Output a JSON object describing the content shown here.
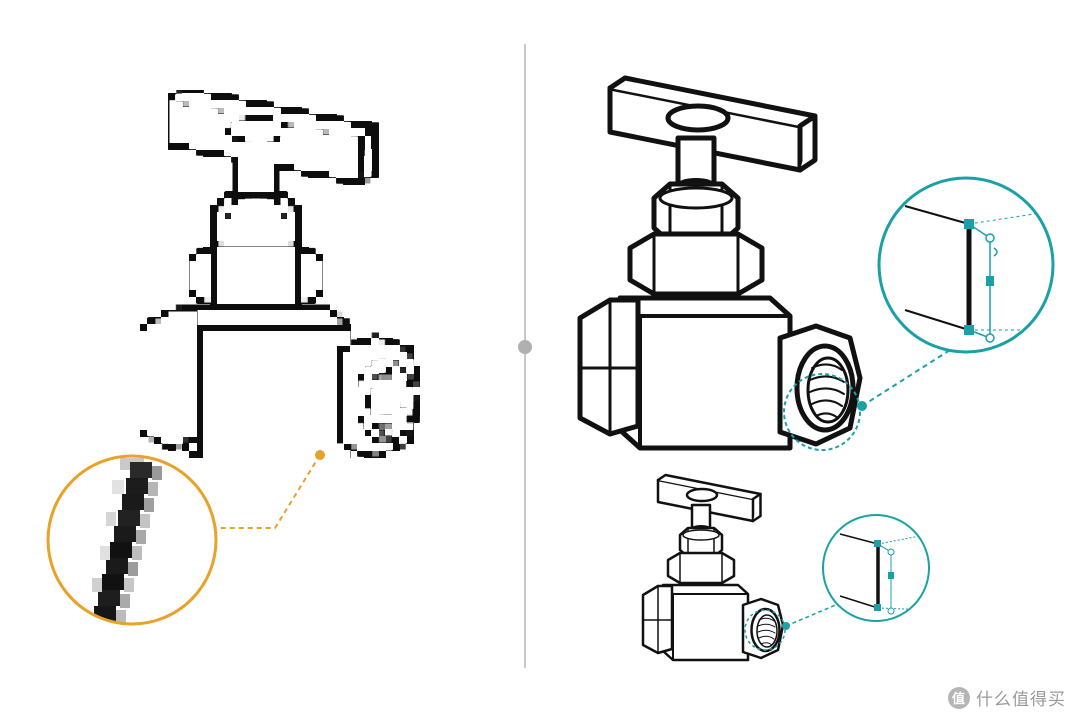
{
  "figure": {
    "left_panel": {
      "style": "pixelated-raster",
      "callout_color": "#e8a22a"
    },
    "right_panel": {
      "style": "vector",
      "callout_color": "#1aa0a6"
    },
    "divider_color": "#c8c8c8"
  },
  "watermark": {
    "badge": "值",
    "text": "什么值得买",
    "icon": "smzdm-logo-icon"
  }
}
